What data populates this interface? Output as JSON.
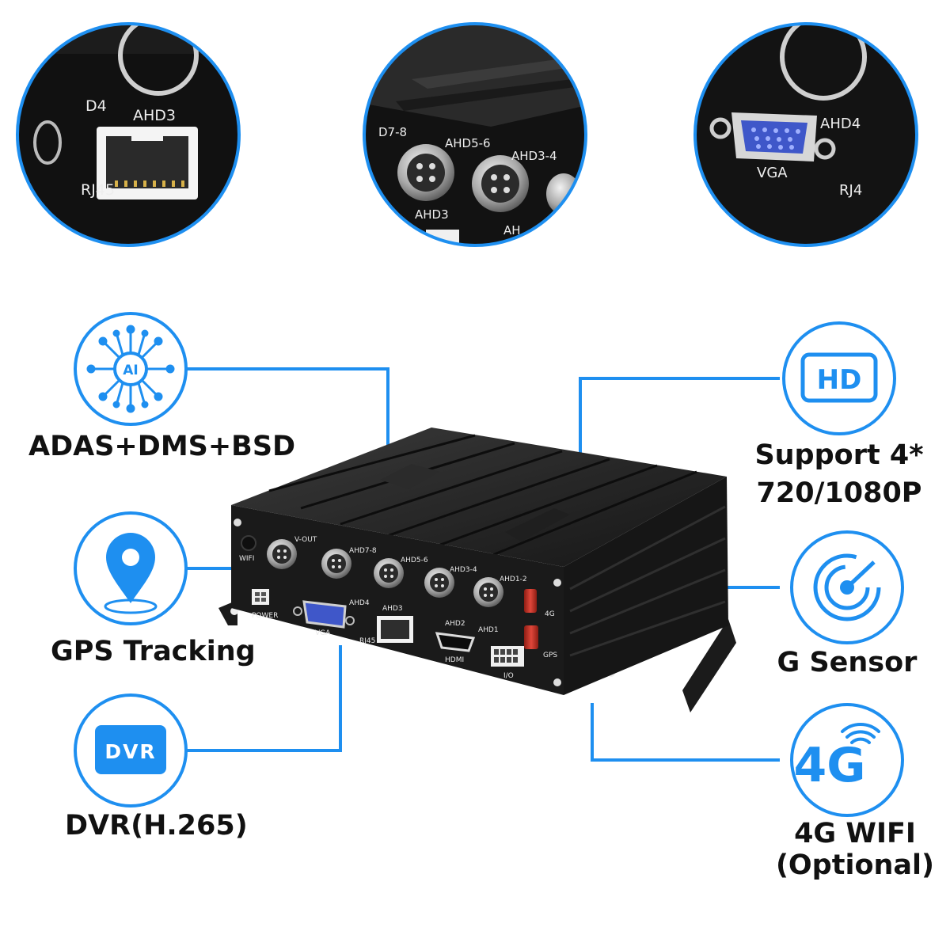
{
  "colors": {
    "accent": "#1e8ff0",
    "device": "#141414",
    "vga_port": "#3f57c9",
    "antenna": "#d2382d",
    "label_text": "#111111"
  },
  "zoom_views": [
    {
      "labels": [
        "D4",
        "AHD3",
        "RJ45"
      ]
    },
    {
      "labels": [
        "D7-8",
        "AHD5-6",
        "AHD3-4",
        "AHD3",
        "AH"
      ]
    },
    {
      "labels": [
        "AHD4",
        "VGA",
        "RJ4"
      ]
    }
  ],
  "features": [
    {
      "icon": "ai-chip-icon",
      "icon_text": "AI",
      "label": "ADAS+DMS+BSD"
    },
    {
      "icon": "map-pin-icon",
      "label": "GPS Tracking"
    },
    {
      "icon": "dvr-icon",
      "icon_text": "DVR",
      "label": "DVR(H.265)"
    },
    {
      "icon": "hd-icon",
      "icon_text": "HD",
      "label_lines": [
        "Support 4*",
        "720/1080P"
      ]
    },
    {
      "icon": "radar-icon",
      "label": "G Sensor"
    },
    {
      "icon": "4g-wifi-icon",
      "icon_text": "4G",
      "label_lines": [
        "4G WIFI",
        "(Optional)"
      ]
    }
  ],
  "device": {
    "port_labels": {
      "wifi": "WIFI",
      "v_out": "V-OUT",
      "ahd7_8": "AHD7-8",
      "ahd5_6": "AHD5-6",
      "ahd3_4": "AHD3-4",
      "ahd1_2": "AHD1-2",
      "power": "POWER",
      "vga": "VGA",
      "ahd4": "AHD4",
      "ahd3": "AHD3",
      "rj45": "RJ45",
      "ahd2": "AHD2",
      "ahd1": "AHD1",
      "hdmi": "HDMI",
      "io": "I/O",
      "4g": "4G",
      "gps": "GPS"
    }
  }
}
